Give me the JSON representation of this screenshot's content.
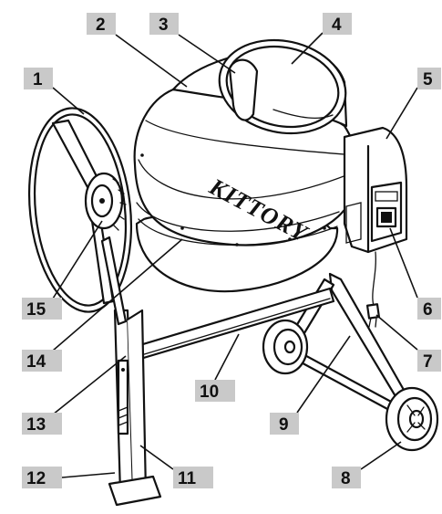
{
  "diagram": {
    "brand": "KITTORY",
    "colors": {
      "label_box": "#c9c9c9",
      "line": "#111111",
      "background": "#ffffff"
    },
    "callouts": [
      {
        "id": "1",
        "text": "1"
      },
      {
        "id": "2",
        "text": "2"
      },
      {
        "id": "3",
        "text": "3"
      },
      {
        "id": "4",
        "text": "4"
      },
      {
        "id": "5",
        "text": "5"
      },
      {
        "id": "6",
        "text": "6"
      },
      {
        "id": "7",
        "text": "7"
      },
      {
        "id": "8",
        "text": "8"
      },
      {
        "id": "9",
        "text": "9"
      },
      {
        "id": "10",
        "text": "10"
      },
      {
        "id": "11",
        "text": "11"
      },
      {
        "id": "12",
        "text": "12"
      },
      {
        "id": "13",
        "text": "13"
      },
      {
        "id": "14",
        "text": "14"
      },
      {
        "id": "15",
        "text": "15"
      }
    ]
  }
}
